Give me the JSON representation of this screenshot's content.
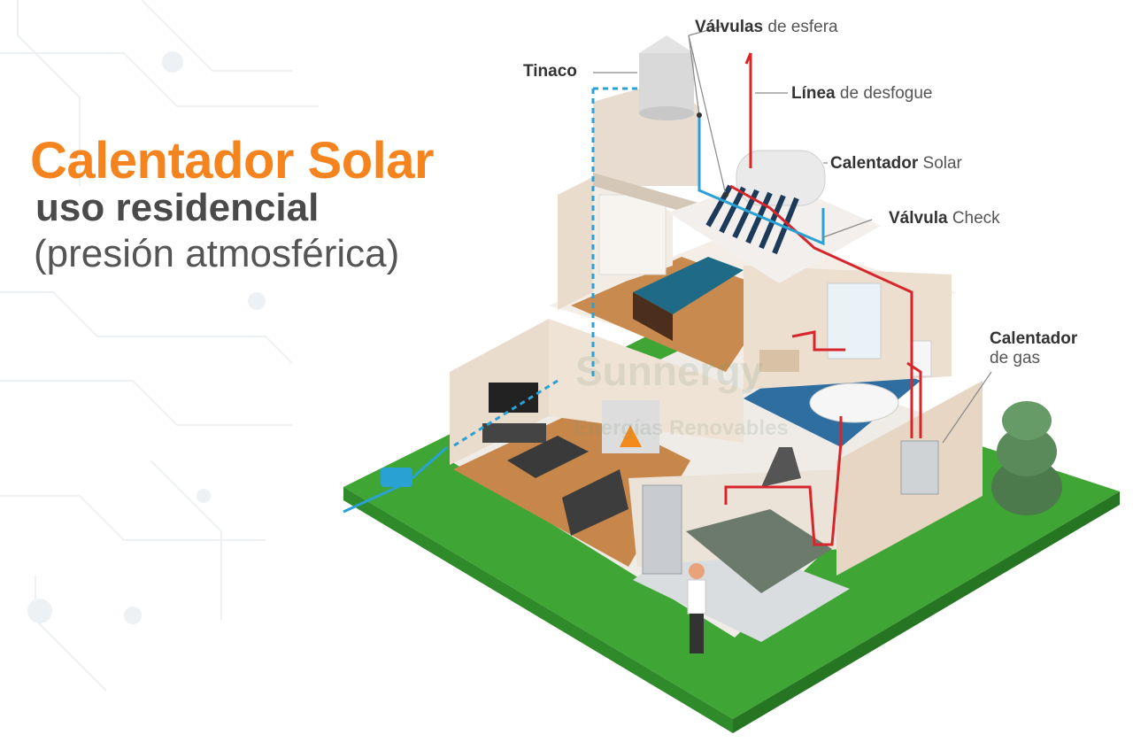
{
  "title": {
    "line1": "Calentador Solar",
    "line2": "uso residencial",
    "line3": "(presión atmosférica)"
  },
  "labels": {
    "valvulas": {
      "bold": "Válvulas",
      "light": " de esfera"
    },
    "tinaco": {
      "bold": "Tinaco"
    },
    "linea": {
      "bold": "Línea",
      "light": " de desfogue"
    },
    "calentador_solar": {
      "bold": "Calentador",
      "light": " Solar"
    },
    "valvula_check": {
      "bold": "Válvula",
      "light": " Check"
    },
    "calentador_gas": {
      "bold": "Calentador",
      "light": "de gas"
    }
  },
  "watermark": {
    "brand": "Sunnergy",
    "tagline": "Energías Renovables"
  },
  "colors": {
    "accent_orange": "#f5841f",
    "grass": "#3fa535",
    "hot_pipe": "#d7262b",
    "cold_pipe": "#2aa1d3",
    "wall": "#e9dccd"
  }
}
